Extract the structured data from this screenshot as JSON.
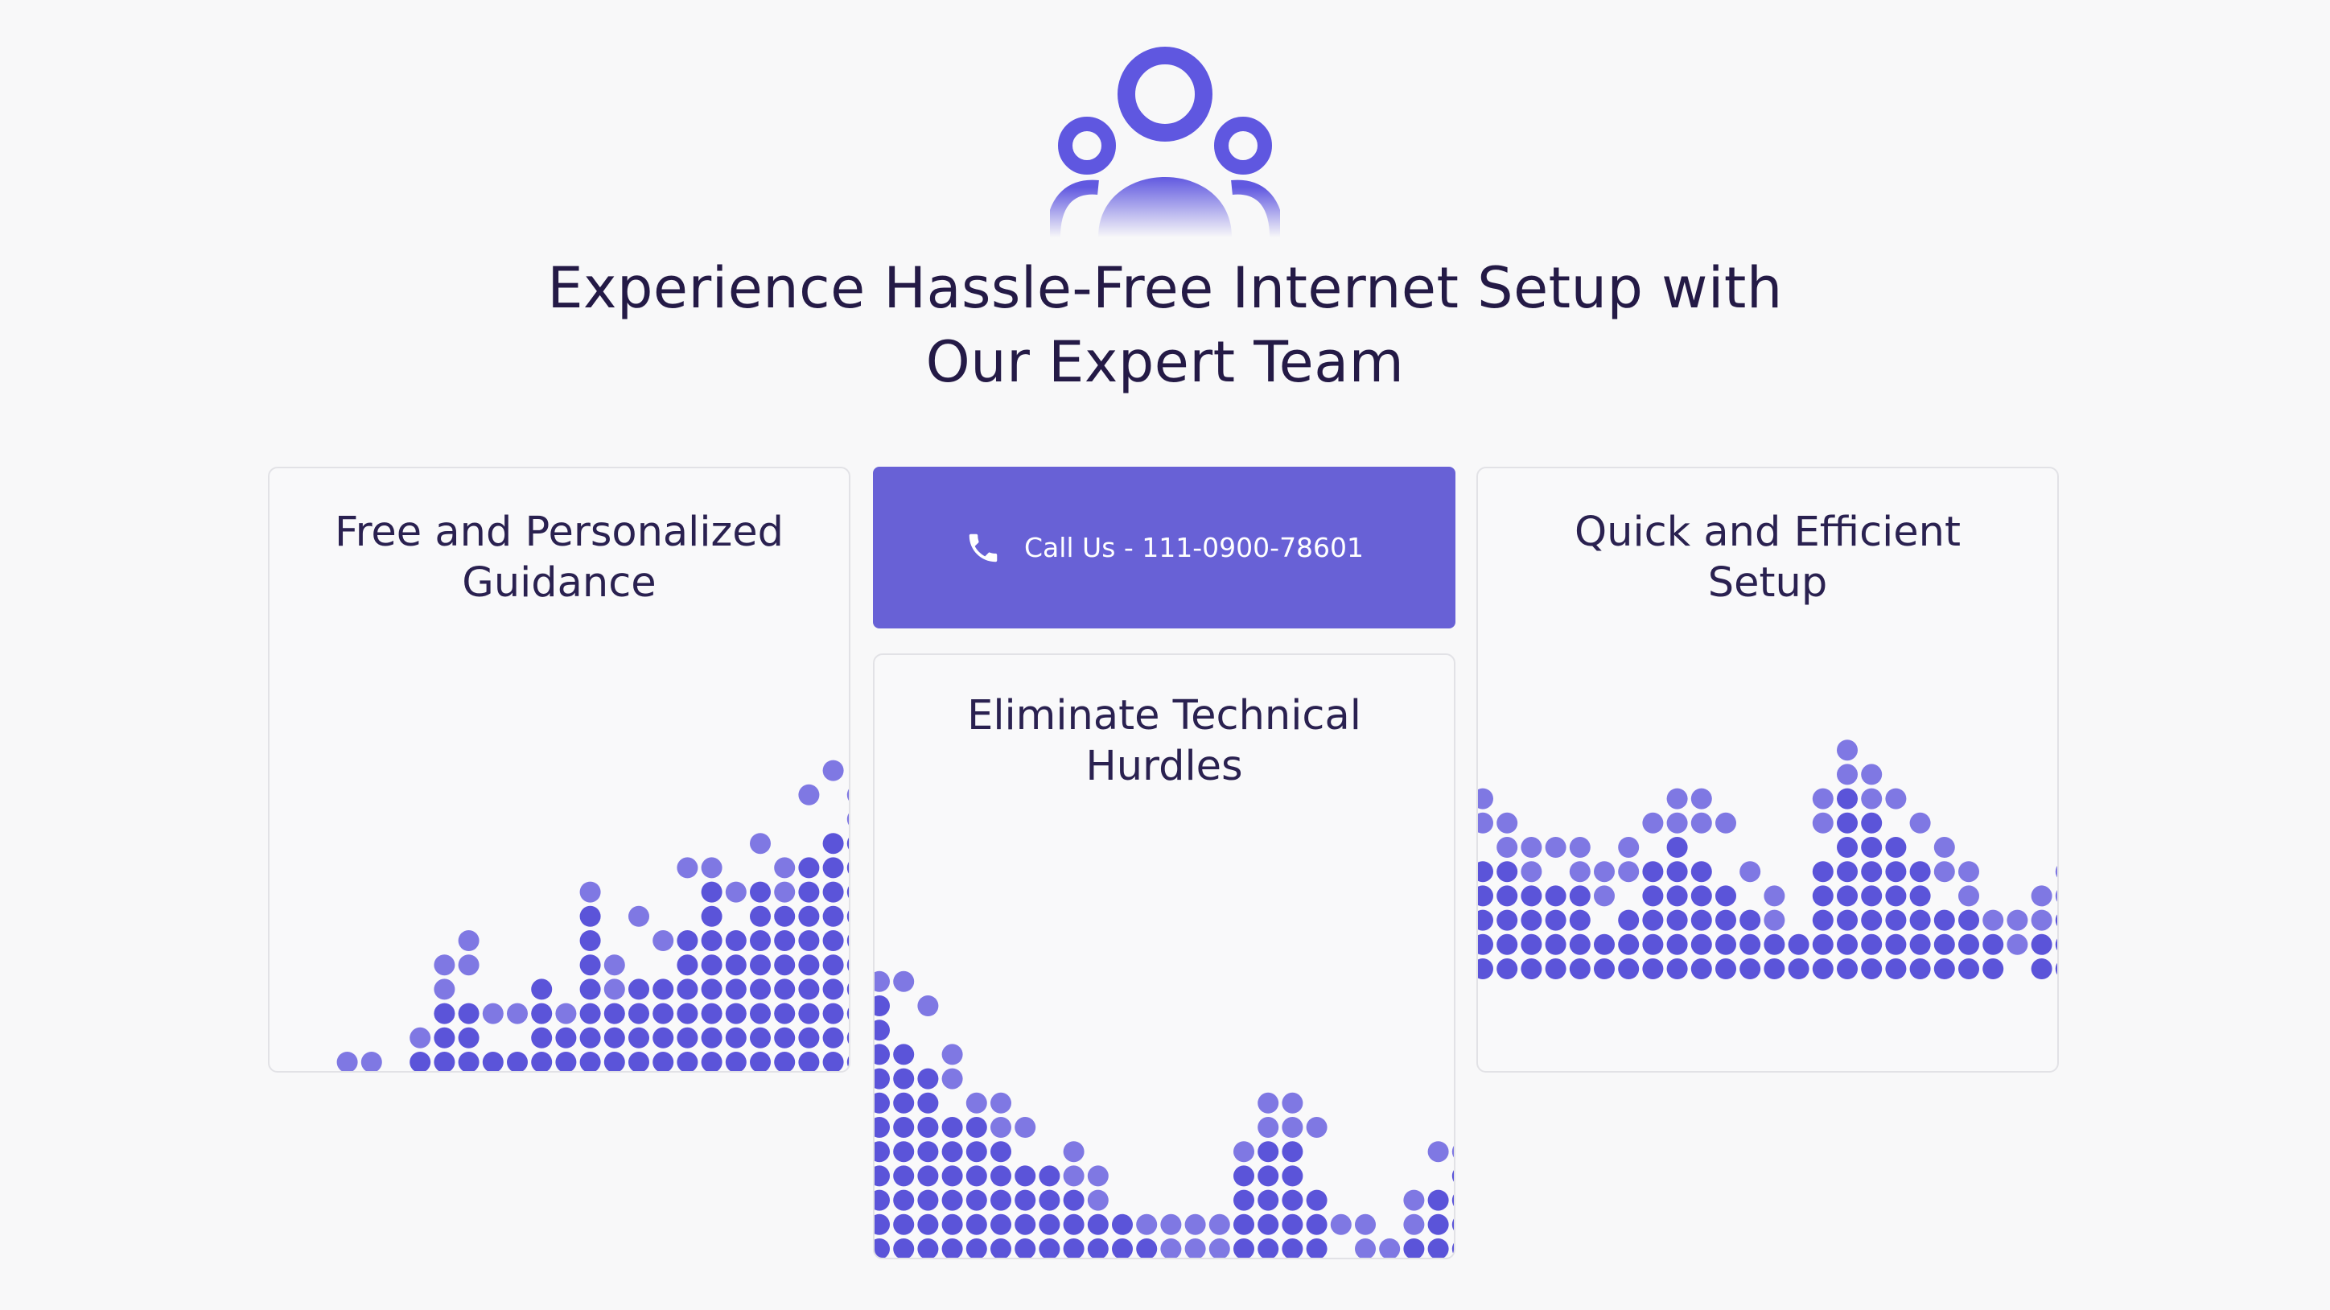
{
  "hero": {
    "icon": "team-users-icon",
    "title_line1": "Experience Hassle-Free Internet Setup with",
    "title_line2": "Our Expert Team"
  },
  "cards": {
    "left": {
      "title_line1": "Free and Personalized",
      "title_line2": "Guidance"
    },
    "middle": {
      "title_line1": "Eliminate Technical",
      "title_line2": "Hurdles"
    },
    "right": {
      "title_line1": "Quick and Efficient",
      "title_line2": "Setup"
    }
  },
  "cta": {
    "label": "Call Us - 111-0900-78601",
    "icon": "phone-icon"
  },
  "colors": {
    "accent": "#6861d6",
    "text": "#241a46",
    "dot_dark": "#5b54d9",
    "dot_mid": "#7f78e3",
    "dot_light": "#b9b5f0",
    "background": "#f8f8f9"
  }
}
